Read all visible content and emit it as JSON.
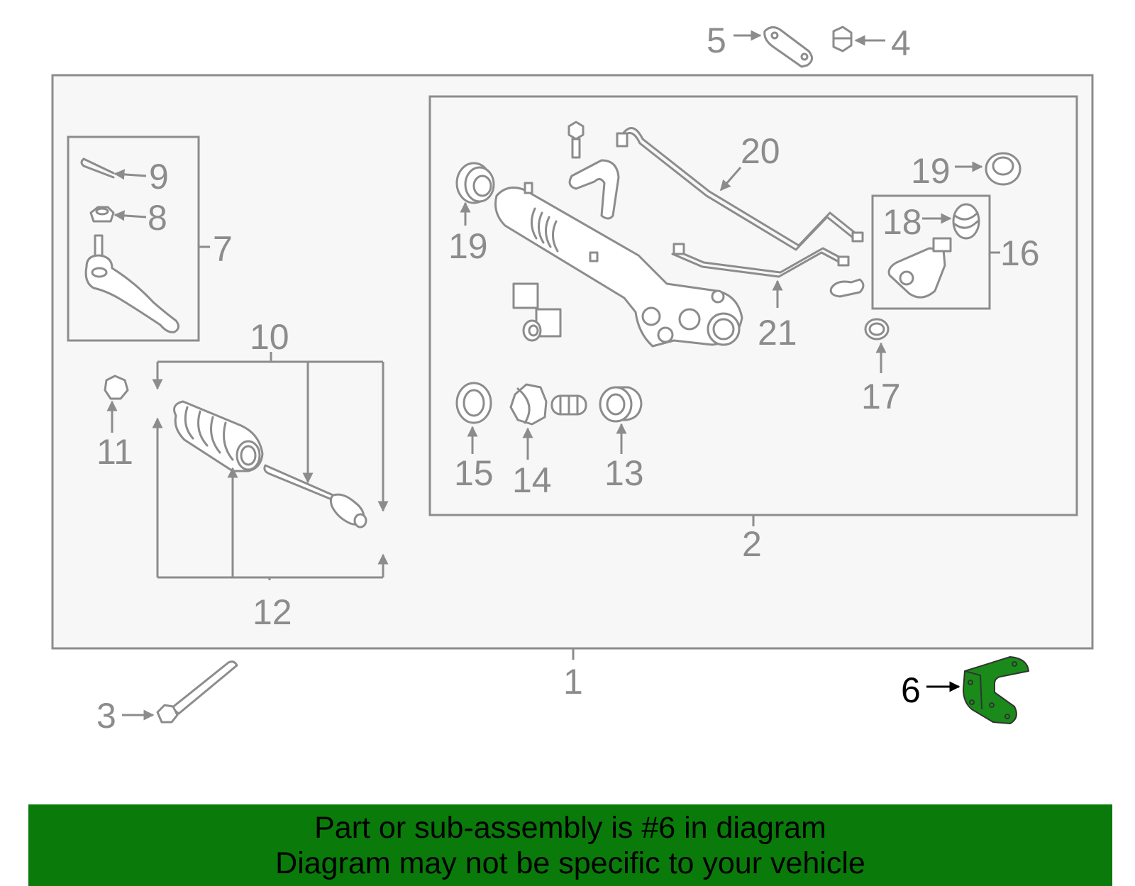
{
  "diagram": {
    "callouts": [
      {
        "id": "1",
        "label": "1"
      },
      {
        "id": "2",
        "label": "2"
      },
      {
        "id": "3",
        "label": "3"
      },
      {
        "id": "4",
        "label": "4"
      },
      {
        "id": "5",
        "label": "5"
      },
      {
        "id": "6",
        "label": "6"
      },
      {
        "id": "7",
        "label": "7"
      },
      {
        "id": "8",
        "label": "8"
      },
      {
        "id": "9",
        "label": "9"
      },
      {
        "id": "10",
        "label": "10"
      },
      {
        "id": "11",
        "label": "11"
      },
      {
        "id": "12",
        "label": "12"
      },
      {
        "id": "13",
        "label": "13"
      },
      {
        "id": "14",
        "label": "14"
      },
      {
        "id": "15",
        "label": "15"
      },
      {
        "id": "16",
        "label": "16"
      },
      {
        "id": "17",
        "label": "17"
      },
      {
        "id": "18",
        "label": "18"
      },
      {
        "id": "19a",
        "label": "19"
      },
      {
        "id": "19b",
        "label": "19"
      },
      {
        "id": "20",
        "label": "20"
      },
      {
        "id": "21",
        "label": "21"
      }
    ],
    "highlighted_part": "6",
    "colors": {
      "line": "#8c8c8c",
      "highlight_fill": "#1a8a1a",
      "panel_fill": "#f7f7f7",
      "banner_fill": "#0a7a0a",
      "highlight_label": "#000000"
    }
  },
  "banner": {
    "line1": "Part or sub-assembly is #6 in diagram",
    "line2": "Diagram may not be specific to your vehicle"
  }
}
